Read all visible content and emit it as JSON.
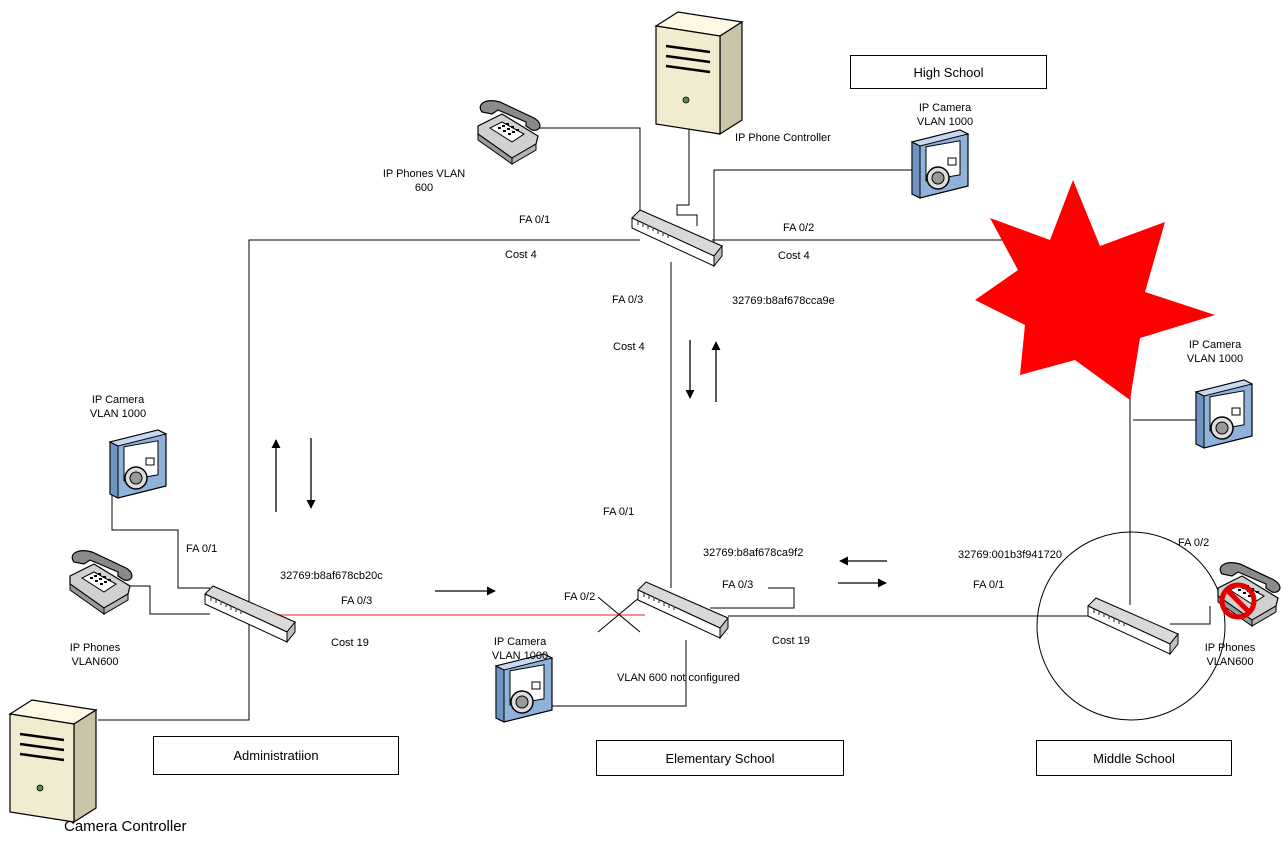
{
  "locations": {
    "high_school": "High School",
    "administration": "Administratiion",
    "elementary_school": "Elementary School",
    "middle_school": "Middle School"
  },
  "devices": {
    "ip_phone_controller": "IP Phone Controller",
    "camera_controller": "Camera Controller",
    "ip_phones_vlan_600_line1": "IP Phones VLAN",
    "ip_phones_vlan_600_line2": "600",
    "ip_camera_line1": "IP Camera",
    "ip_camera_line2": "VLAN 1000",
    "ip_phones_line1": "IP Phones",
    "ip_phones_line2": "VLAN600"
  },
  "ports": {
    "fa01": "FA 0/1",
    "fa02": "FA 0/2",
    "fa03": "FA 0/3"
  },
  "costs": {
    "cost4": "Cost 4",
    "cost19": "Cost 19"
  },
  "bridge_ids": {
    "high_school": "32769:b8af678cca9e",
    "administration": "32769:b8af678cb20c",
    "elementary": "32769:b8af678ca9f2",
    "middle": "32769:001b3f941720"
  },
  "notes": {
    "vlan600_not_configured": "VLAN 600 not configured"
  },
  "colors": {
    "failure_star": "#ff0000",
    "blocked_link": "#ff6666",
    "no_sign": "#e00000",
    "camera_body": "#a9c4e4"
  }
}
